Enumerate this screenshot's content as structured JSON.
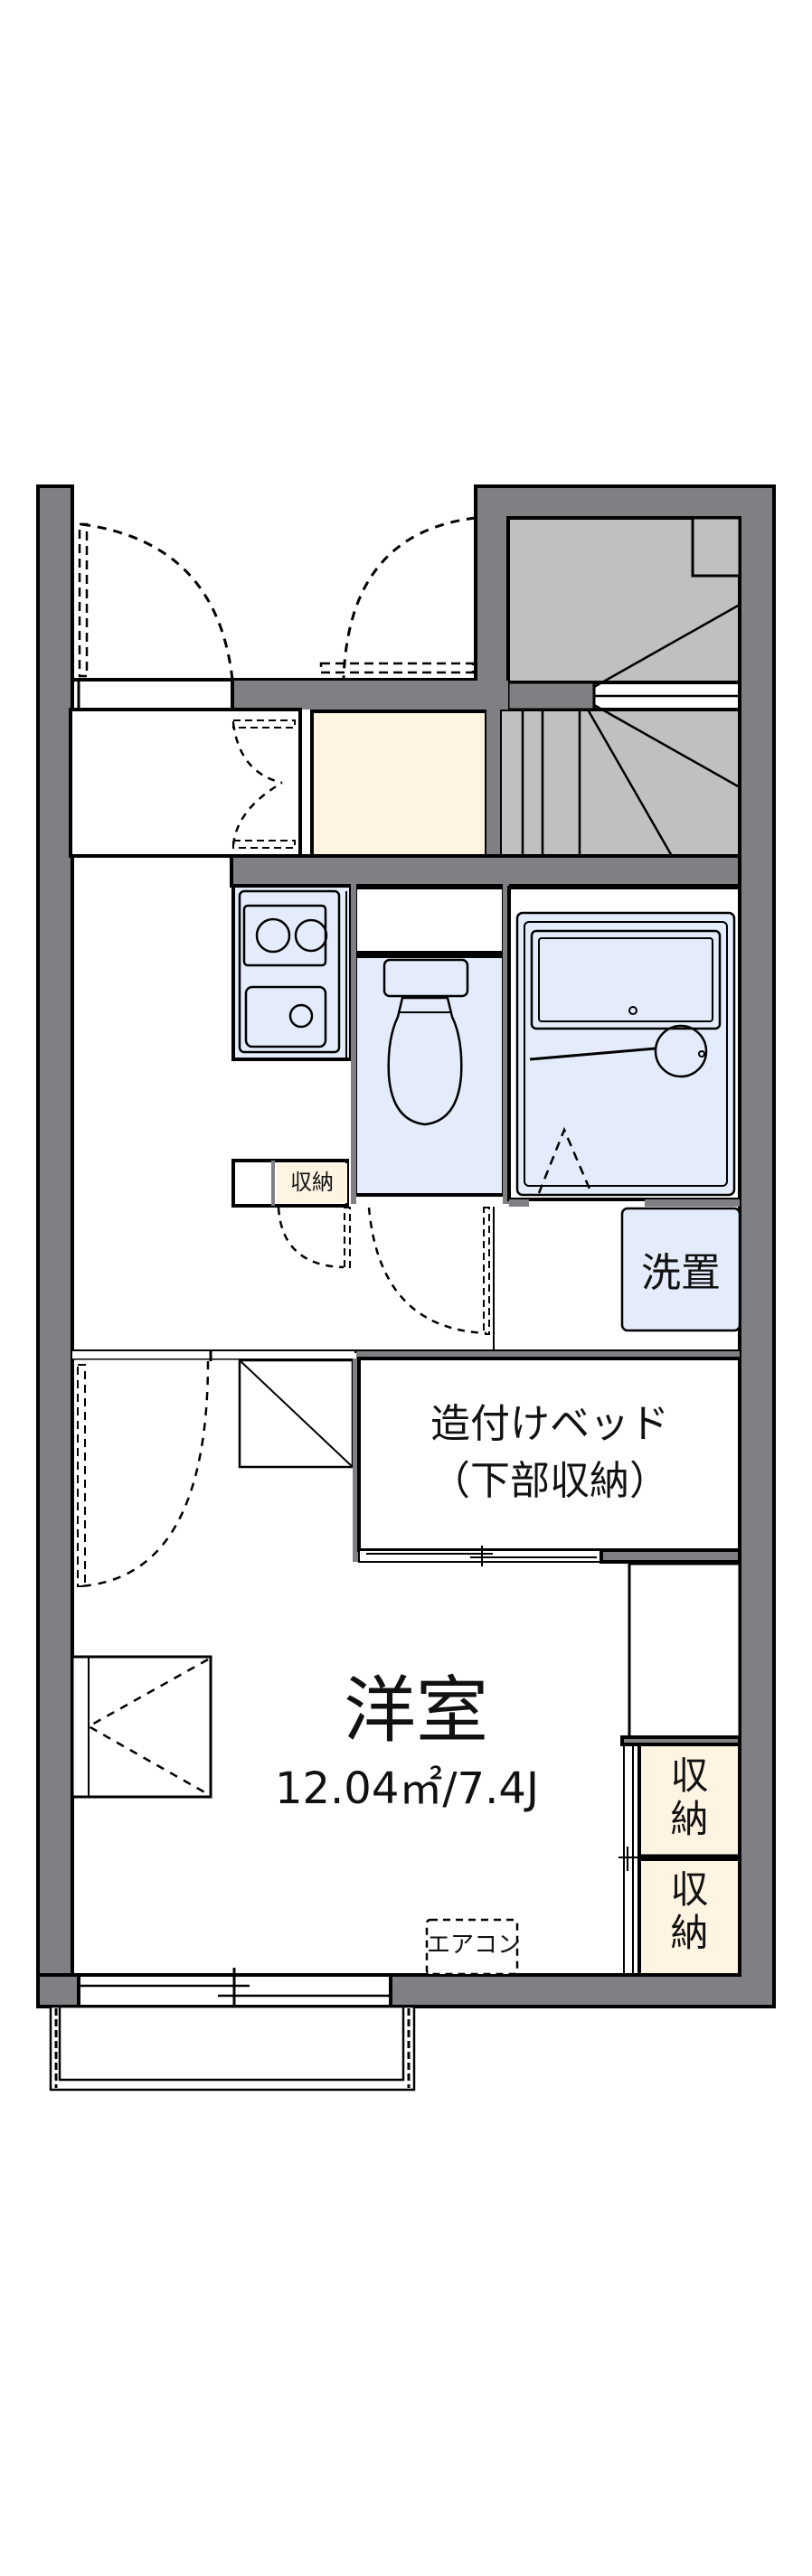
{
  "colors": {
    "wall": "#808084",
    "stair": "#c0c0c0",
    "storage": "#fff4e2",
    "wet_area": "#e4ecfb",
    "line": "#000000",
    "background": "#ffffff"
  },
  "rooms": {
    "western_room": {
      "name": "洋室",
      "area": "12.04㎡/7.4J"
    },
    "built_in_bed": {
      "line1": "造付けベッド",
      "line2": "（下部収納）"
    },
    "washer": {
      "label": "洗置"
    },
    "small_storage": {
      "label": "収納"
    },
    "closet_upper": {
      "label": "収納"
    },
    "closet_lower": {
      "label": "収納"
    },
    "air_conditioner": {
      "label": "エアコン"
    }
  },
  "fixtures": [
    "kitchen-stove",
    "kitchen-sink",
    "toilet",
    "bathtub",
    "staircase",
    "balcony"
  ]
}
